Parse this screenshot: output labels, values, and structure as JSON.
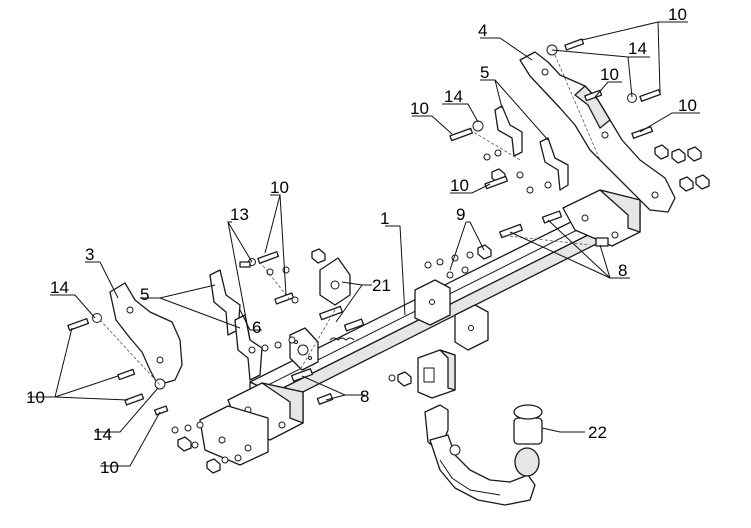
{
  "callouts": {
    "c1": "1",
    "c3": "3",
    "c4": "4",
    "c5": "5",
    "c6": "6",
    "c8": "8",
    "c9": "9",
    "c10": "10",
    "c13": "13",
    "c14": "14",
    "c21": "21",
    "c22": "22"
  },
  "colors": {
    "line": "#1a1a1a",
    "fill": "#ffffff",
    "shade": "#e6e6e6",
    "background": "#ffffff"
  }
}
